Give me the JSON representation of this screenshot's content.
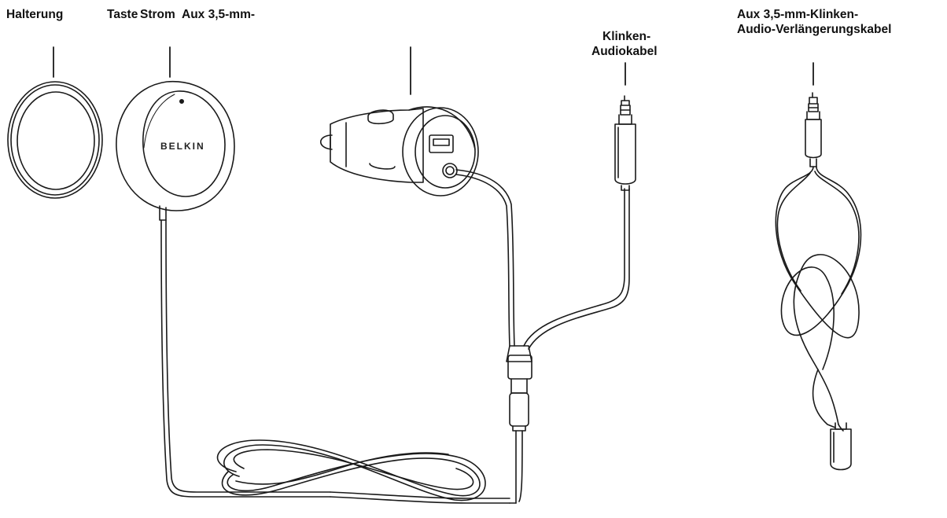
{
  "labels": {
    "halterung": "Halterung",
    "taste": "Taste",
    "strom": "Strom",
    "aux": "Aux 3,5-mm-",
    "klinken": "Klinken-",
    "audiokabel": "Audiokabel",
    "extension_line1": "Aux 3,5-mm-Klinken-",
    "extension_line2": "Audio-Verlängerungskabel"
  },
  "device": {
    "brand": "BELKIN"
  },
  "colors": {
    "stroke": "#1a1a1a",
    "text": "#111111",
    "background": "#ffffff"
  }
}
